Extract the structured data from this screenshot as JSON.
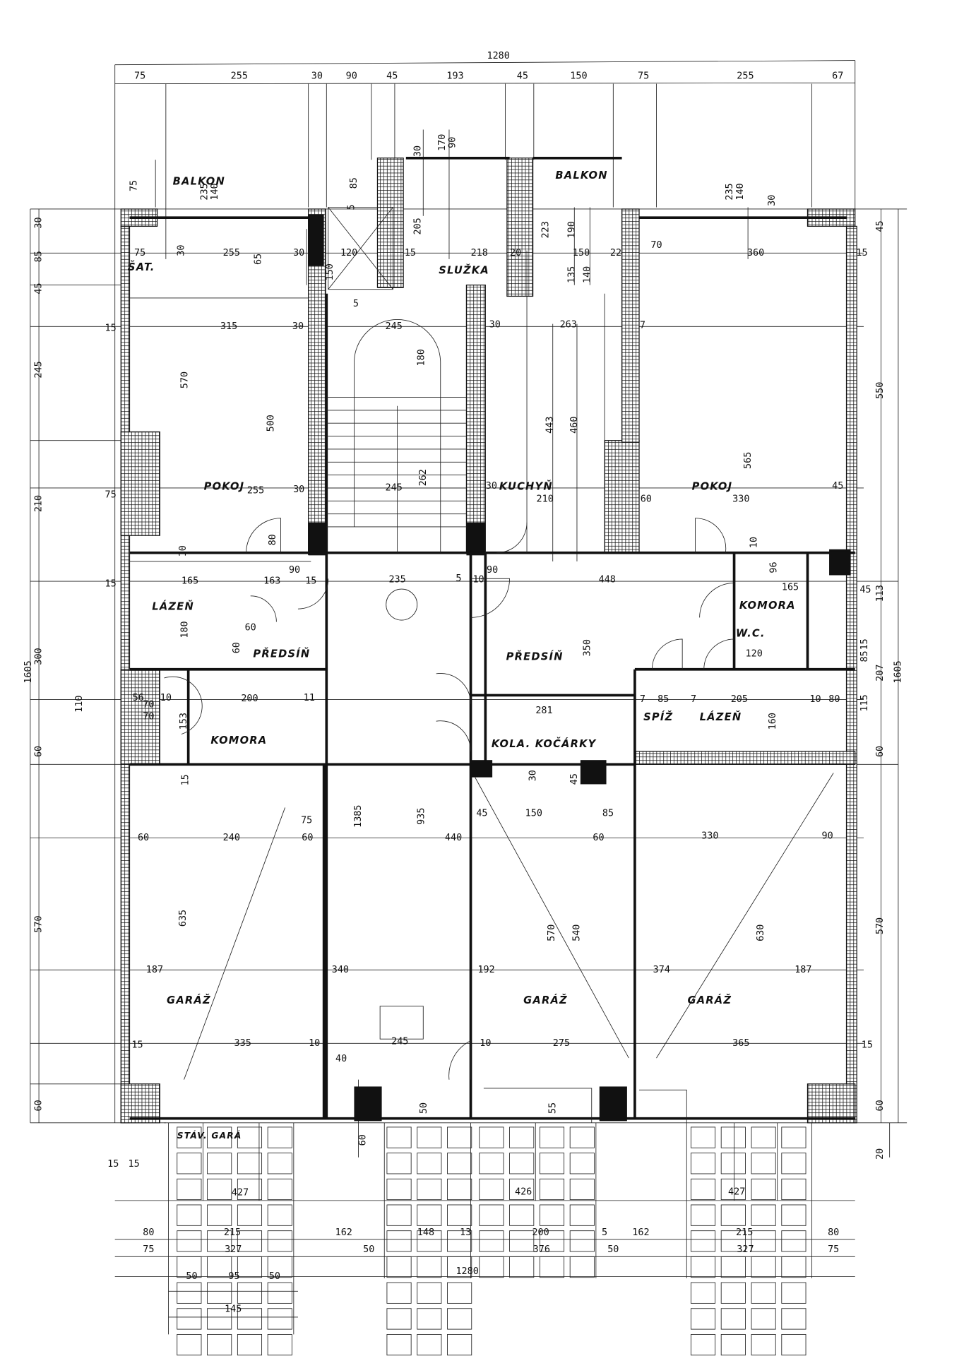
{
  "rooms": {
    "balcony_left": "BALKON",
    "balcony_right": "BALKON",
    "maid_room": "SLUŽKA",
    "wardrobe": "ŠAT.",
    "room_left": "POKOJ",
    "kitchen": "KUCHYŇ",
    "room_right": "POKOJ",
    "bath_left": "LÁZEŇ",
    "hall_left": "PŘEDSÍŇ",
    "hall_right": "PŘEDSÍŇ",
    "storage_right": "KOMORA",
    "wc": "W.C.",
    "storage_left": "KOMORA",
    "pram_room": "KOLA. KOČÁRKY",
    "pantry": "SPÍŽ",
    "bath_right": "LÁZEŇ",
    "garage_left": "GARÁŽ",
    "garage_middle": "GARÁŽ",
    "garage_right": "GARÁŽ",
    "existing_garage": "STÁV. GARÁ"
  },
  "dims": [
    "1280",
    "75",
    "255",
    "30",
    "90",
    "45",
    "193",
    "45",
    "150",
    "75",
    "255",
    "67",
    "75",
    "235",
    "140",
    "85",
    "5",
    "30",
    "170",
    "90",
    "205",
    "223",
    "190",
    "235",
    "140",
    "30",
    "75",
    "30",
    "255",
    "65",
    "30",
    "120",
    "150",
    "15",
    "218",
    "20",
    "150",
    "135",
    "140",
    "22",
    "70",
    "360",
    "15",
    "30",
    "85",
    "45",
    "245",
    "210",
    "300",
    "1605",
    "110",
    "60",
    "570",
    "60",
    "45",
    "550",
    "113",
    "15",
    "85",
    "207",
    "115",
    "60",
    "570",
    "60",
    "20",
    "1605",
    "15",
    "315",
    "30",
    "5",
    "245",
    "180",
    "30",
    "263",
    "7",
    "570",
    "500",
    "443",
    "460",
    "565",
    "75",
    "255",
    "30",
    "245",
    "262",
    "30",
    "210",
    "60",
    "330",
    "45",
    "80",
    "10",
    "10",
    "15",
    "165",
    "163",
    "90",
    "15",
    "235",
    "5",
    "10",
    "90",
    "448",
    "96",
    "165",
    "45",
    "180",
    "60",
    "60",
    "350",
    "120",
    "56",
    "70",
    "10",
    "70",
    "153",
    "200",
    "11",
    "281",
    "7",
    "85",
    "7",
    "205",
    "160",
    "10",
    "80",
    "15",
    "1385",
    "935",
    "75",
    "60",
    "60",
    "240",
    "440",
    "45",
    "150",
    "85",
    "60",
    "45",
    "30",
    "330",
    "90",
    "635",
    "570",
    "540",
    "630",
    "187",
    "340",
    "192",
    "374",
    "187",
    "15",
    "335",
    "10",
    "245",
    "10",
    "275",
    "365",
    "15",
    "40",
    "50",
    "55",
    "60",
    "15",
    "15",
    "427",
    "426",
    "427",
    "80",
    "215",
    "162",
    "148",
    "13",
    "200",
    "5",
    "162",
    "215",
    "80",
    "75",
    "327",
    "50",
    "376",
    "50",
    "327",
    "75",
    "1280",
    "50",
    "95",
    "50",
    "145"
  ]
}
